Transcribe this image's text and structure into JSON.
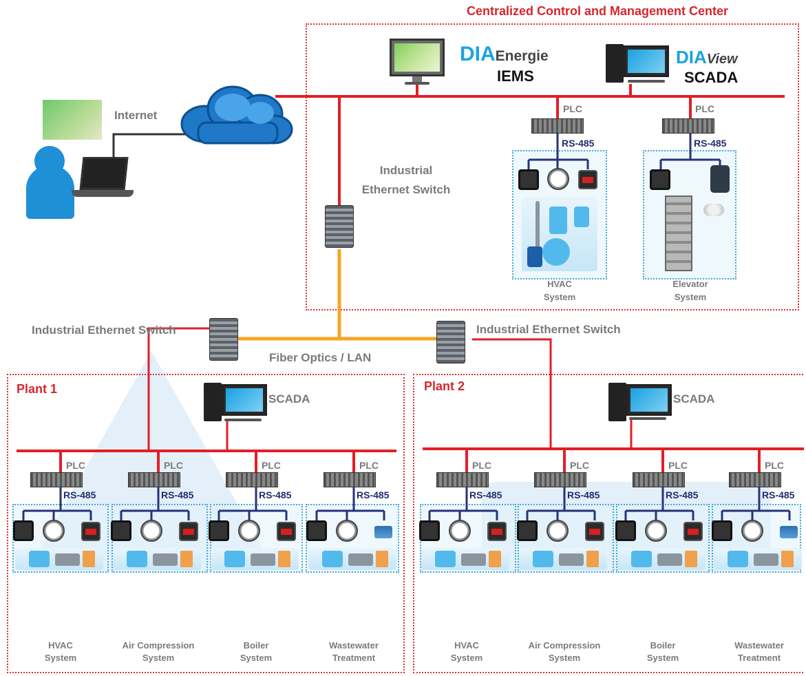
{
  "title": "Centralized Control and Management Center",
  "center": {
    "iems_brand_dia": "DIA",
    "iems_brand_suffix": "Energie",
    "iems_label": "IEMS",
    "scada_brand_dia": "DIA",
    "scada_brand_suffix": "View",
    "scada_label": "SCADA",
    "switch_label_line1": "Industrial",
    "switch_label_line2": "Ethernet Switch",
    "plc_label": "PLC",
    "rs485_label": "RS-485",
    "hvac_line1": "HVAC",
    "hvac_line2": "System",
    "elevator_line1": "Elevator",
    "elevator_line2": "System"
  },
  "internet_label": "Internet",
  "backbone": {
    "left_switch_label": "Industrial Ethernet Switch",
    "right_switch_label": "Industrial Ethernet Switch",
    "link_label": "Fiber Optics / LAN"
  },
  "plants": [
    {
      "title": "Plant 1",
      "scada_label": "SCADA",
      "plc_label": "PLC",
      "rs485_label": "RS-485",
      "systems": [
        {
          "line1": "HVAC",
          "line2": "System"
        },
        {
          "line1": "Air Compression",
          "line2": "System"
        },
        {
          "line1": "Boiler",
          "line2": "System"
        },
        {
          "line1": "Wastewater",
          "line2": "Treatment"
        }
      ]
    },
    {
      "title": "Plant 2",
      "scada_label": "SCADA",
      "plc_label": "PLC",
      "rs485_label": "RS-485",
      "systems": [
        {
          "line1": "HVAC",
          "line2": "System"
        },
        {
          "line1": "Air Compression",
          "line2": "System"
        },
        {
          "line1": "Boiler",
          "line2": "System"
        },
        {
          "line1": "Wastewater",
          "line2": "Treatment"
        }
      ]
    }
  ],
  "colors": {
    "ethernet": "#e31e26",
    "rs485": "#26337a",
    "fiber": "#f5a623",
    "accent_red": "#d7262e",
    "brand_blue": "#1aa3e0",
    "zone_border": "#e02a30",
    "subzone_border": "#44a9d6"
  }
}
